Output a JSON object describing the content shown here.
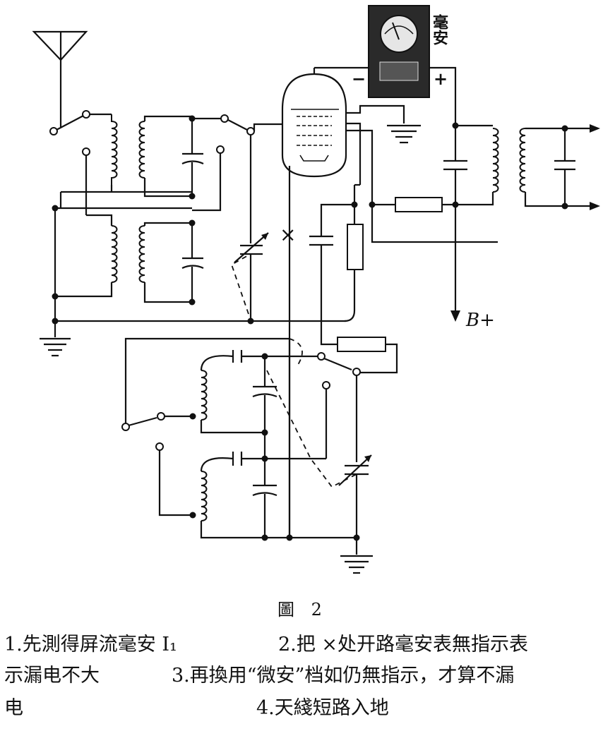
{
  "figure": {
    "title": "圖 2",
    "meter_label": "毫安",
    "meter_minus": "−",
    "meter_plus": "+",
    "supply_label": "B+",
    "break_mark": "×"
  },
  "notes": {
    "n1_line1": "1.先測得屏流毫安 I₁",
    "n1_line2": "示漏电不大",
    "n1_line3": "电",
    "n2": "2.把 ×处开路毫安表無指示表",
    "n3": "3.再換用“微安”档如仍無指示，才算不漏",
    "n4": "4.天綫短路入地"
  }
}
